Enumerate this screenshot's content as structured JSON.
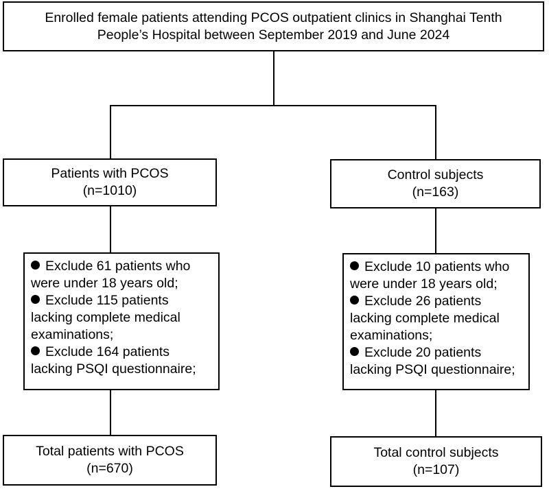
{
  "top": {
    "lines": [
      "Enrolled female patients attending PCOS outpatient clinics in Shanghai Tenth",
      "People’s Hospital between September 2019 and June 2024"
    ]
  },
  "left": {
    "group": {
      "title": "Patients with PCOS",
      "n": "(n=1010)"
    },
    "exclusions": [
      {
        "first": "Exclude 61 patients who",
        "rest": [
          "were under 18 years old;"
        ]
      },
      {
        "first": "Exclude 115 patients",
        "rest": [
          "lacking complete medical",
          "examinations;"
        ]
      },
      {
        "first": "Exclude 164 patients",
        "rest": [
          "lacking PSQI questionnaire;"
        ]
      }
    ],
    "total": {
      "title": "Total patients with PCOS",
      "n": "(n=670)"
    }
  },
  "right": {
    "group": {
      "title": "Control subjects",
      "n": "(n=163)"
    },
    "exclusions": [
      {
        "first": "Exclude 10 patients who",
        "rest": [
          "were under 18 years old;"
        ]
      },
      {
        "first": "Exclude 26 patients",
        "rest": [
          "lacking complete medical",
          "examinations;"
        ]
      },
      {
        "first": "Exclude 20 patients",
        "rest": [
          "lacking PSQI questionnaire;"
        ]
      }
    ],
    "total": {
      "title": "Total control subjects",
      "n": "(n=107)"
    }
  }
}
